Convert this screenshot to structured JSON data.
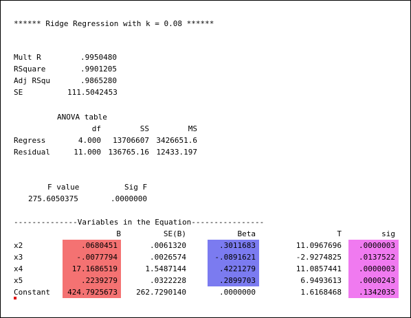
{
  "title": "****** Ridge Regression with k = 0.08 ******",
  "stats": [
    {
      "label": "Mult R",
      "value": ".9950480"
    },
    {
      "label": "RSquare",
      "value": ".9901205"
    },
    {
      "label": "Adj RSqu",
      "value": ".9865280"
    },
    {
      "label": "SE",
      "value": "111.5042453"
    }
  ],
  "anova": {
    "title": "ANOVA table",
    "headers": [
      "df",
      "SS",
      "MS"
    ],
    "rows": [
      {
        "label": "Regress",
        "df": "4.000",
        "ss": "13706607",
        "ms": "3426651.6"
      },
      {
        "label": "Residual",
        "df": "11.000",
        "ss": "136765.16",
        "ms": "12433.197"
      }
    ]
  },
  "fvalue": {
    "f_label": "F value",
    "sig_label": "Sig F",
    "f": "275.6050375",
    "sig": ".0000000"
  },
  "equation": {
    "heading": "--------------Variables in the Equation----------------",
    "headers": [
      "B",
      "SE(B)",
      "Beta",
      "T",
      "sig"
    ],
    "rows": [
      {
        "var": "x2",
        "b": ".0680451",
        "seb": ".0061320",
        "beta": ".3011683",
        "t": "11.0967696",
        "sig": ".0000003"
      },
      {
        "var": "x3",
        "b": "-.0077794",
        "seb": ".0026574",
        "beta": "-.0891621",
        "t": "-2.9274825",
        "sig": ".0137522"
      },
      {
        "var": "x4",
        "b": "17.1686519",
        "seb": "1.5487144",
        "beta": ".4221279",
        "t": "11.0857441",
        "sig": ".0000003"
      },
      {
        "var": "x5",
        "b": ".2239279",
        "seb": ".0322228",
        "beta": ".2899703",
        "t": "6.9493613",
        "sig": ".0000243"
      },
      {
        "var": "Constant",
        "b": "424.7925673",
        "seb": "262.7290140",
        "beta": ".0000000",
        "t": "1.6168468",
        "sig": ".1342035"
      }
    ]
  },
  "highlight_colors": {
    "b": "#f47272",
    "beta": "#7b7bf0",
    "sig": "#f07af0"
  }
}
